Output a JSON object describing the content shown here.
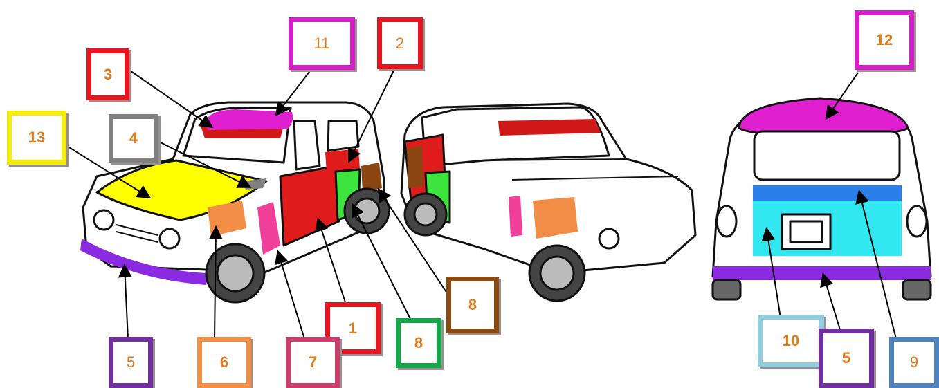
{
  "labels": [
    {
      "id": "l11",
      "text": "11",
      "color": "#d51fc9",
      "bold": false
    },
    {
      "id": "l2",
      "text": "2",
      "color": "#e8141e",
      "bold": false
    },
    {
      "id": "l3",
      "text": "3",
      "color": "#e8141e",
      "bold": true
    },
    {
      "id": "l13",
      "text": "13",
      "color": "#f4ec0b",
      "bold": true
    },
    {
      "id": "l4",
      "text": "4",
      "color": "#808080",
      "bold": true
    },
    {
      "id": "l12",
      "text": "12",
      "color": "#d51fc9",
      "bold": true
    },
    {
      "id": "l8b",
      "text": "8",
      "color": "#8a4a12",
      "bold": true
    },
    {
      "id": "l1",
      "text": "1",
      "color": "#e8141e",
      "bold": true
    },
    {
      "id": "l8g",
      "text": "8",
      "color": "#15a84a",
      "bold": true
    },
    {
      "id": "l5a",
      "text": "5",
      "color": "#7030a0",
      "bold": false
    },
    {
      "id": "l6",
      "text": "6",
      "color": "#f28d45",
      "bold": true
    },
    {
      "id": "l7",
      "text": "7",
      "color": "#cc3d6b",
      "bold": true
    },
    {
      "id": "l10",
      "text": "10",
      "color": "#93cddd",
      "bold": true
    },
    {
      "id": "l5b",
      "text": "5",
      "color": "#7030a0",
      "bold": true
    },
    {
      "id": "l9",
      "text": "9",
      "color": "#4f81bd",
      "bold": false
    }
  ],
  "parts": {
    "hood": "#ffff00",
    "roof_bar": "#e020d0",
    "windshield_trim": "#d01818",
    "door_front": "#e01b1b",
    "door_rear_green": "#3ee43e",
    "rear_quarter_brown": "#8b4513",
    "front_wing_orange": "#f28d45",
    "sill_pink": "#f0409a",
    "bumper": "#8a2be2",
    "tailgate_lower": "#32e8f0",
    "tailgate_band": "#2a7fe8",
    "left_car_fender_grey": "#808080"
  }
}
